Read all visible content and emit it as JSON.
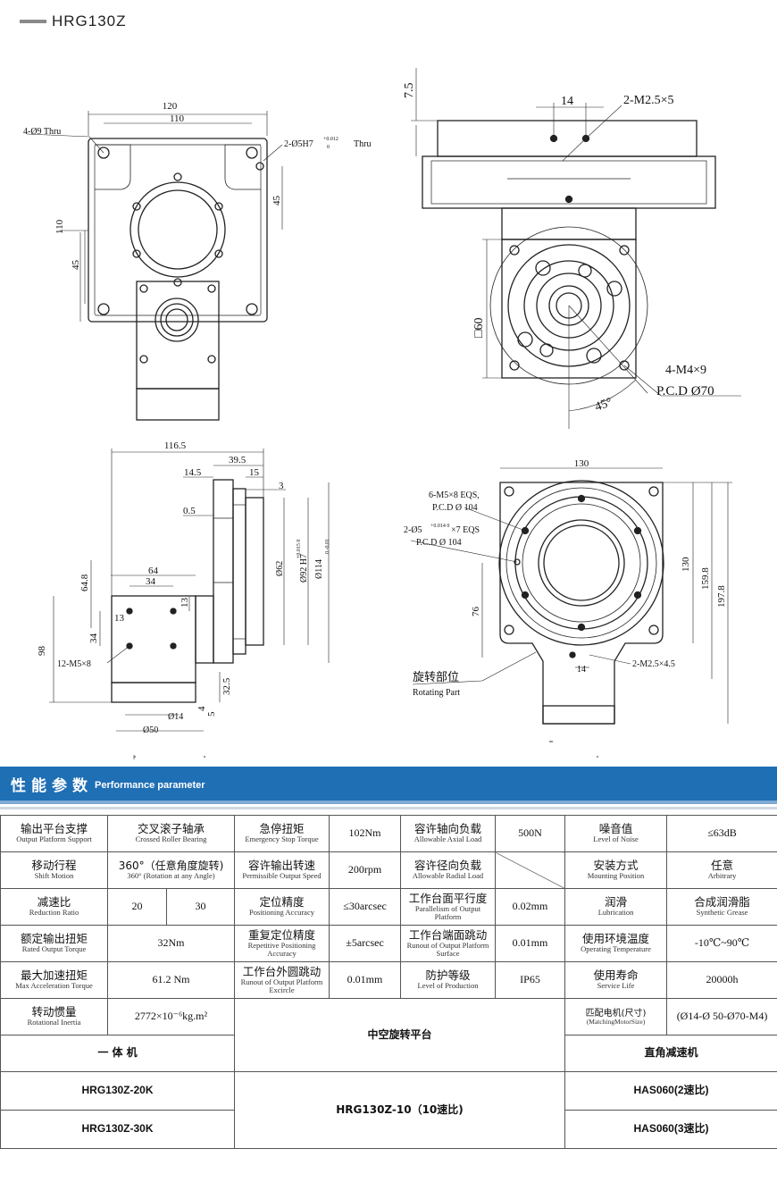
{
  "page": {
    "title": "HRG130Z"
  },
  "drawings": {
    "front": {
      "d120": "120",
      "d110": "110",
      "d110v": "110",
      "d45a": "45",
      "d45b": "45",
      "thru": "4-Ø9  Thru",
      "pin": "2-Ø5H7",
      "pin_tol_up": "+0.012",
      "pin_tol_lo": "0",
      "pin_thru": "Thru"
    },
    "side": {
      "d7_5": "7.5",
      "d14": "14",
      "m25": "2-M2.5×5",
      "sq60": "□60",
      "m4": "4-M4×9",
      "pcd70": "P.C.D Ø70",
      "a45": "45°"
    },
    "profile": {
      "d116_5": "116.5",
      "d39_5": "39.5",
      "d14_5": "14.5",
      "d15": "15",
      "d3": "3",
      "d0_5": "0.5",
      "d64": "64",
      "d34": "34",
      "d64_8": "64.8",
      "d13a": "13",
      "d13b": "13",
      "d34v": "34",
      "d98": "98",
      "m5": "12-M5×8",
      "d32_5": "32.5",
      "d4": "4",
      "d5": "5",
      "d14d": "Ø14",
      "d50": "Ø50",
      "phi62": "Ø62",
      "phi92": "Ø92 H7",
      "phi92_tol": "+0.015 0",
      "phi114": "Ø114",
      "phi114_tol": "0 -0.01"
    },
    "top": {
      "d130": "130",
      "d130v": "130",
      "d159_8": "159.8",
      "d197_8": "197.8",
      "d76": "76",
      "d14": "14",
      "m5eqs": "6-M5×8 EQS,",
      "pcd104a": "P.C.D Ø 104",
      "pin_eqs": "2-Ø5",
      "pin_tol": "+0.014 0",
      "pin_eqs2": "×7 EQS",
      "pcd104b": "P.C.D Ø 104",
      "m25": "2-M2.5×4.5",
      "rot_zh": "旋转部位",
      "rot_en": "Rotating Part"
    }
  },
  "section": {
    "zh": "性能参数",
    "en": "Performance parameter"
  },
  "spec": {
    "r1": {
      "a_zh": "输出平台支撑",
      "a_en": "Output Platform Support",
      "a_v_zh": "交叉滚子轴承",
      "a_v_en": "Crossed Roller Bearing",
      "b_zh": "急停扭矩",
      "b_en": "Emergency Stop Torque",
      "b_v": "102Nm",
      "c_zh": "容许轴向负载",
      "c_en": "Allowable Axial Load",
      "c_v": "500N",
      "d_zh": "噪音值",
      "d_en": "Level of Noise",
      "d_v": "≤63dB"
    },
    "r2": {
      "a_zh": "移动行程",
      "a_en": "Shift Motion",
      "a_v1": "360°（任意角度旋转)",
      "a_v2": "360°  (Rotation at any Angle)",
      "b_zh": "容许输出转速",
      "b_en": "Permissible Output Speed",
      "b_v": "200rpm",
      "c_zh": "容许径向负载",
      "c_en": "Allowable Radial Load",
      "d_zh": "安装方式",
      "d_en": "Mounting Position",
      "d_v_zh": "任意",
      "d_v_en": "Arbitrary"
    },
    "r3": {
      "a_zh": "减速比",
      "a_en": "Reduction Ratio",
      "a_v1": "20",
      "a_v2": "30",
      "b_zh": "定位精度",
      "b_en": "Positioning Accuracy",
      "b_v": "≤30arcsec",
      "c_zh": "工作台面平行度",
      "c_en": "Parallelism of Output Platform",
      "c_v": "0.02mm",
      "d_zh": "润滑",
      "d_en": "Lubrication",
      "d_v_zh": "合成润滑脂",
      "d_v_en": "Synthetic Grease"
    },
    "r4": {
      "a_zh": "额定输出扭矩",
      "a_en": "Rated Output Torque",
      "a_v": "32Nm",
      "b_zh": "重复定位精度",
      "b_en": "Repetitive Positioning Accuracy",
      "b_v": "±5arcsec",
      "c_zh": "工作台端面跳动",
      "c_en": "Runout of Output Platform Surface",
      "c_v": "0.01mm",
      "d_zh": "使用环境温度",
      "d_en": "Operating Temperature",
      "d_v": "-10℃~90℃"
    },
    "r5": {
      "a_zh": "最大加速扭矩",
      "a_en": "Max Acceleration Torque",
      "a_v": "61.2 Nm",
      "b_zh": "工作台外圆跳动",
      "b_en": "Runout of Output Platform Excircle",
      "b_v": "0.01mm",
      "c_zh": "防护等级",
      "c_en": "Level of Production",
      "c_v": "IP65",
      "d_zh": "使用寿命",
      "d_en": "Service Life",
      "d_v": "20000h"
    },
    "r6": {
      "a_zh": "转动惯量",
      "a_en": "Rotational Inertia",
      "a_v": "2772×10⁻⁶kg.m²",
      "mid": "中空旋转平台",
      "c_zh": "匹配电机(尺寸)",
      "c_en": "(MatchingMotorSize)",
      "c_v": "(Ø14-Ø 50-Ø70-M4)"
    },
    "r7": {
      "left": "一 体 机",
      "right": "直角减速机"
    },
    "r8": {
      "left1": "HRG130Z-20K",
      "left2": "HRG130Z-30K",
      "mid": "HRG130Z-10（10速比)",
      "right1": "HAS060(2速比)",
      "right2": "HAS060(3速比)"
    }
  }
}
